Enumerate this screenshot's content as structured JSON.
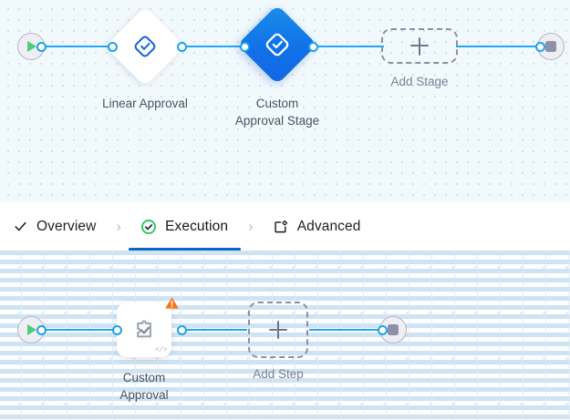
{
  "stage_canvas": {
    "name": "stage-flow-canvas",
    "background_color": "#f2f9fd",
    "edge_color": "#22a7ea",
    "nodes": [
      {
        "id": "start",
        "type": "start-terminal",
        "icon": "play-icon",
        "label": ""
      },
      {
        "id": "linear-approval",
        "type": "stage-diamond",
        "icon": "approval-check-icon",
        "label": "Linear Approval",
        "selected": false
      },
      {
        "id": "custom-approval-stage",
        "type": "stage-diamond",
        "icon": "approval-check-icon",
        "label": "Custom\nApproval Stage",
        "selected": true,
        "accent": "#1172e8"
      },
      {
        "id": "add-stage",
        "type": "add-placeholder",
        "icon": "plus-icon",
        "label": "Add Stage"
      },
      {
        "id": "end",
        "type": "end-terminal",
        "icon": "stop-icon",
        "label": ""
      }
    ]
  },
  "tabs": {
    "name": "pipeline-config-tabs",
    "separator": "›",
    "items": [
      {
        "id": "overview",
        "label": "Overview",
        "icon": "check-icon",
        "active": false
      },
      {
        "id": "execution",
        "label": "Execution",
        "icon": "check-circle-green-icon",
        "active": true
      },
      {
        "id": "advanced",
        "label": "Advanced",
        "icon": "advanced-settings-icon",
        "active": false
      }
    ],
    "active_underline_color": "#1163c4",
    "check_circle_color": "#22c55e"
  },
  "step_canvas": {
    "name": "step-flow-canvas",
    "background_color": "#fdfeff",
    "edge_color": "#22a7ea",
    "nodes": [
      {
        "id": "start",
        "type": "start-terminal",
        "icon": "play-icon",
        "label": ""
      },
      {
        "id": "custom-approval",
        "type": "step-card",
        "icon": "plugin-check-icon",
        "label": "Custom\nApproval",
        "badge": "warning-triangle-icon",
        "badge_color": "#f97316",
        "code_glyph": "</>"
      },
      {
        "id": "add-step",
        "type": "add-placeholder",
        "icon": "plus-icon",
        "label": "Add Step"
      },
      {
        "id": "end",
        "type": "end-terminal",
        "icon": "stop-icon",
        "label": ""
      }
    ]
  }
}
